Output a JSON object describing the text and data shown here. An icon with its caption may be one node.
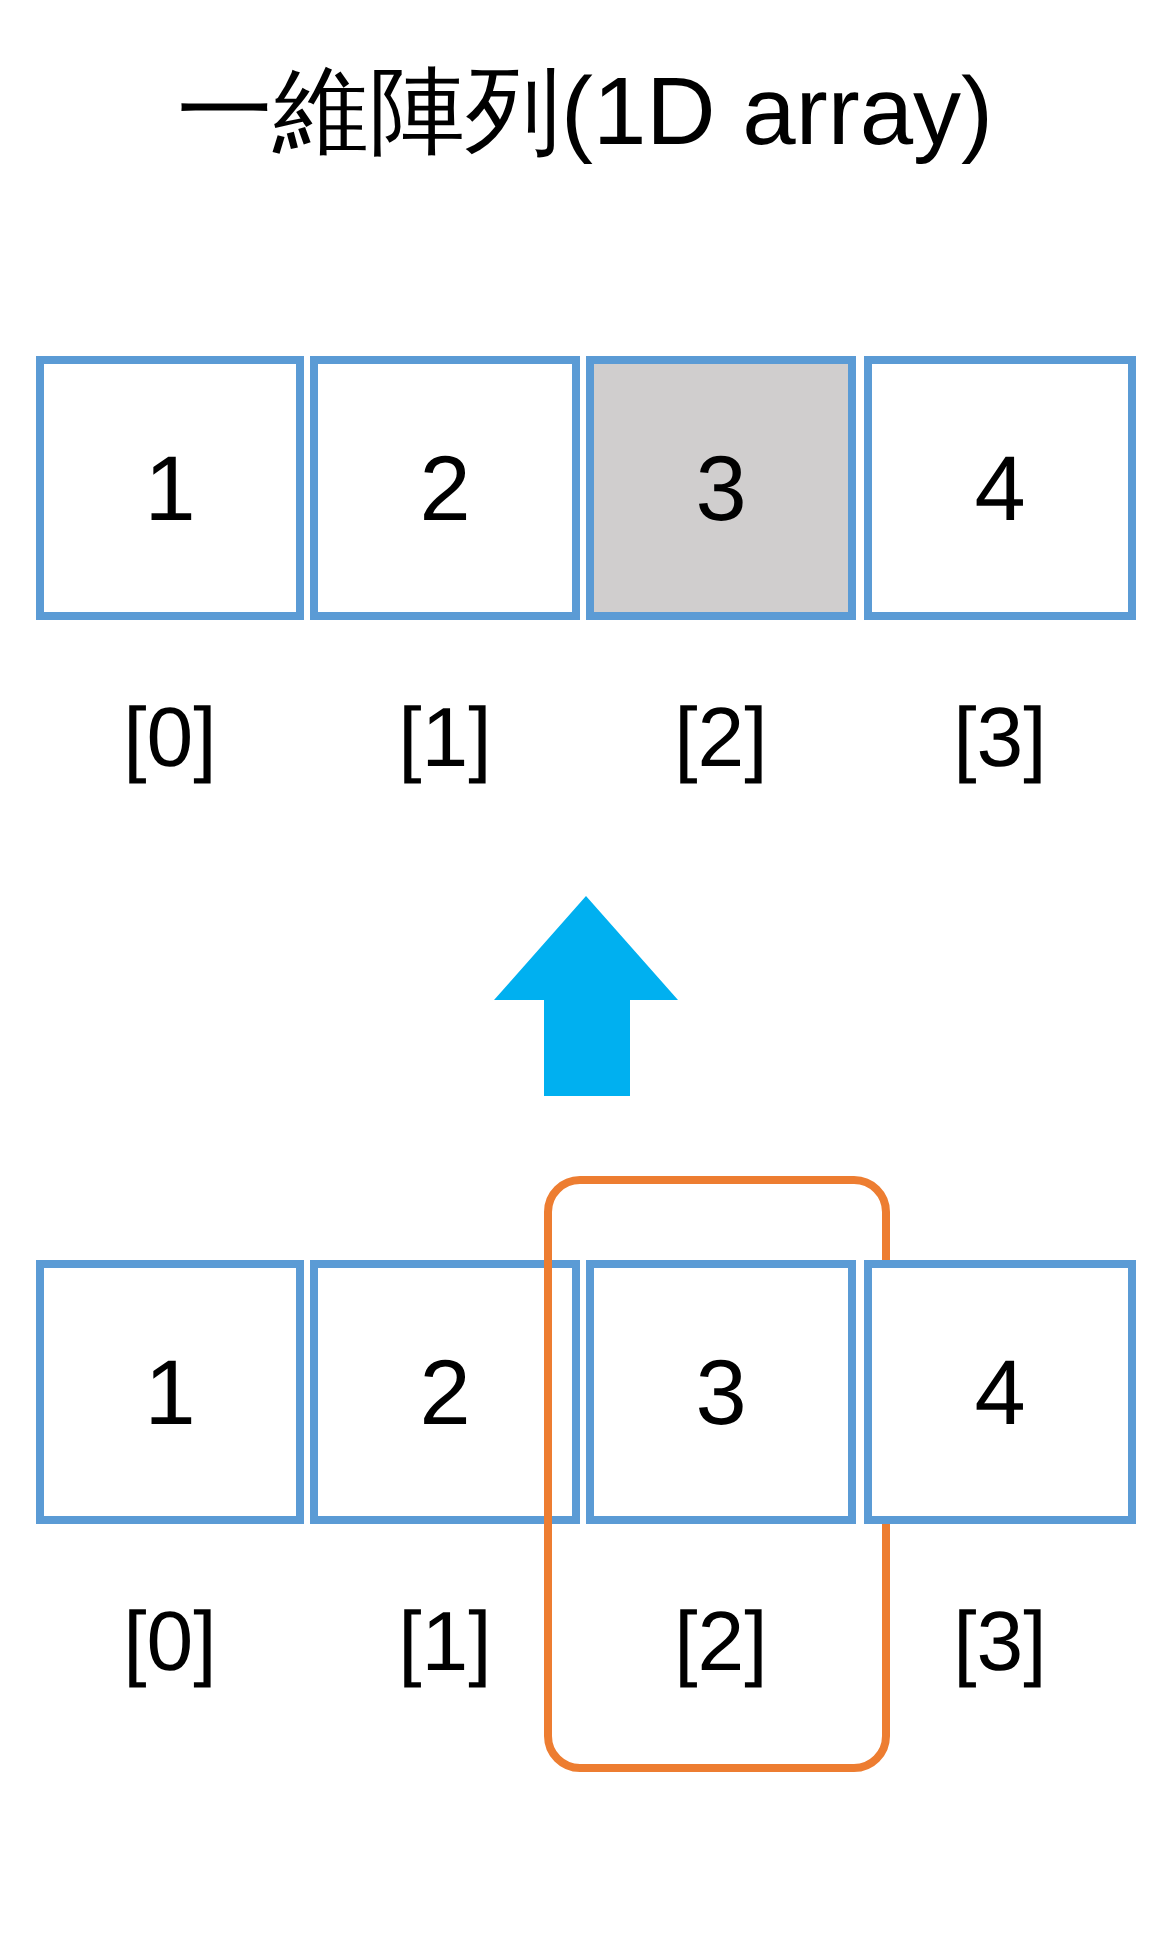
{
  "diagram": {
    "title": "一維陣列(1D array)",
    "nodes": [
      {
        "text": [
          "1"
        ],
        "beside": [
          "[0]"
        ]
      },
      {
        "text": [
          "2"
        ],
        "beside": [
          "[1]"
        ]
      },
      {
        "text": [
          "3"
        ],
        "beside": [
          "[2]"
        ]
      },
      {
        "text": [
          "4"
        ],
        "beside": [
          "[3]"
        ]
      },
      {
        "text": [
          "1"
        ],
        "beside": [
          "[0]"
        ]
      },
      {
        "text": [
          "2"
        ],
        "beside": [
          "[1]"
        ]
      },
      {
        "text": [],
        "shape": "box"
      },
      {
        "text": [
          "3"
        ],
        "beside": [
          "[2]"
        ],
        "in": 6
      },
      {
        "text": [
          "4"
        ],
        "beside": [
          "[3]"
        ]
      }
    ]
  }
}
